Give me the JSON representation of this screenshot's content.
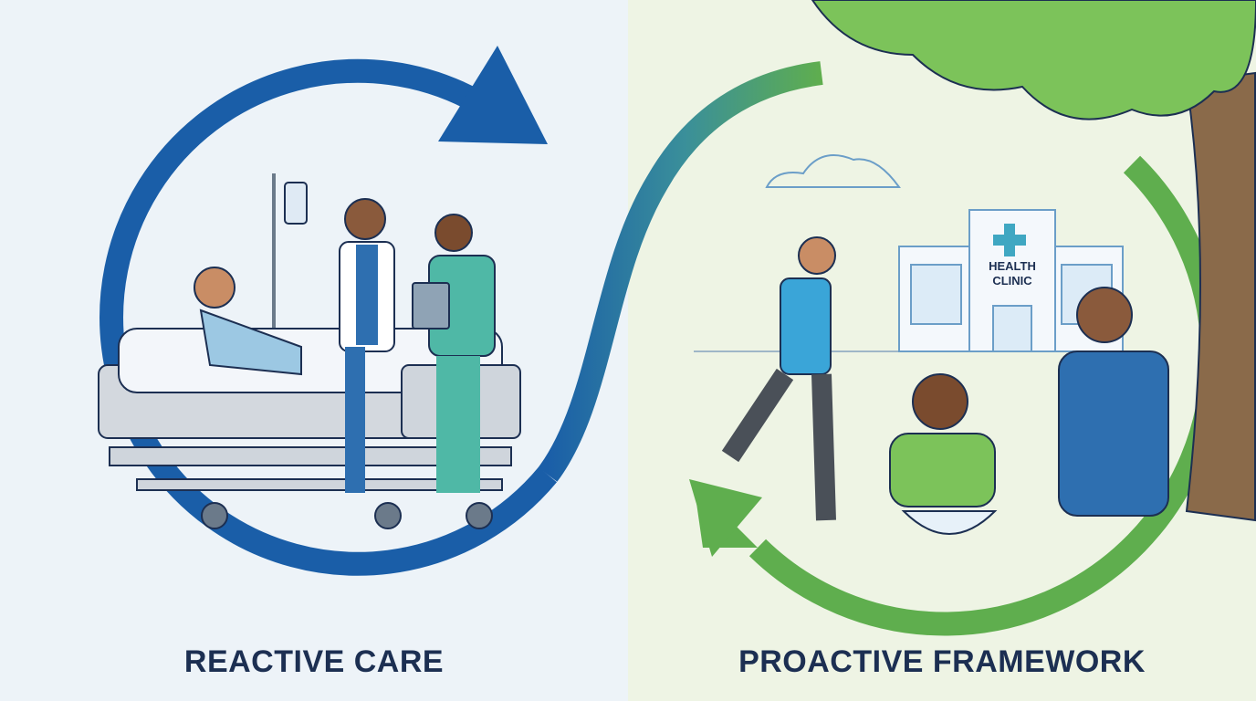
{
  "labels": {
    "left": "REACTIVE CARE",
    "right": "PROACTIVE FRAMEWORK"
  },
  "clinic_sign": {
    "line1": "HEALTH",
    "line2": "CLINIC"
  },
  "colors": {
    "reactive_arrow": "#1a5ea8",
    "proactive_arrow": "#5fae4e",
    "label_text": "#1c2f52"
  }
}
